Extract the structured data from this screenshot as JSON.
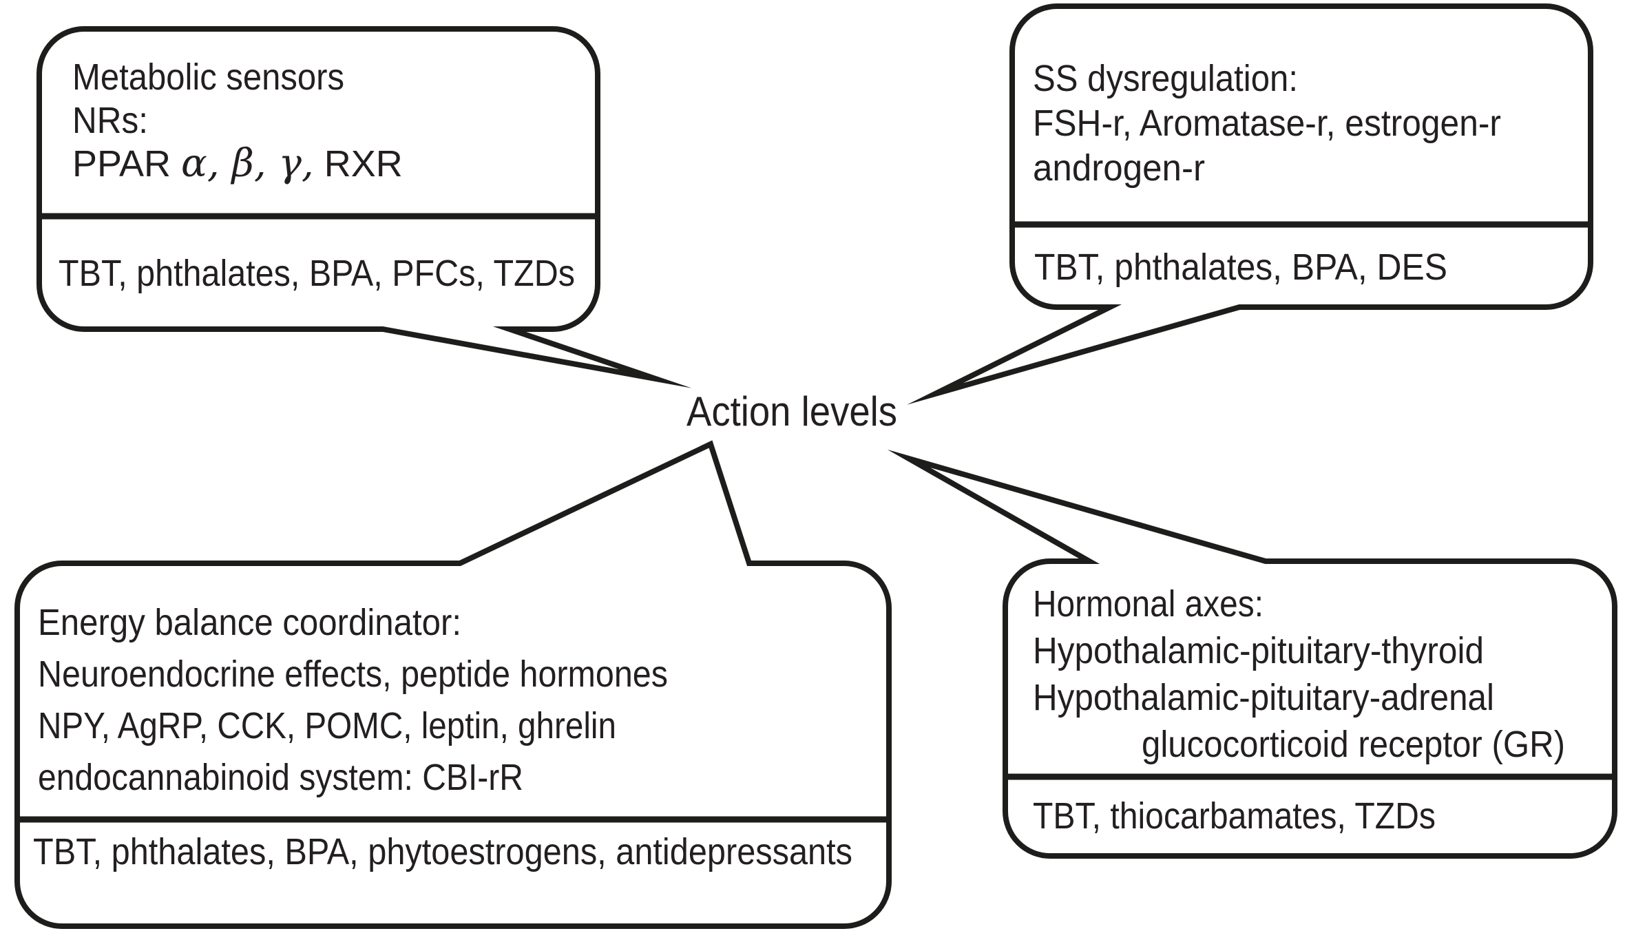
{
  "figure": {
    "center_label": "Action levels",
    "colors": {
      "line": "#1d1d1b",
      "text": "#231f20",
      "background": "#ffffff"
    },
    "boxes": {
      "metabolic_sensors": {
        "position": "top-left",
        "lines": [
          "Metabolic sensors",
          "NRs:"
        ],
        "ppar_line": {
          "prefix": "PPAR ",
          "greek": "α, β, γ,",
          "suffix": " RXR"
        },
        "disruptors": "TBT, phthalates, BPA, PFCs, TZDs"
      },
      "ss_dysregulation": {
        "position": "top-right",
        "lines": [
          "SS dysregulation:",
          "FSH-r, Aromatase-r, estrogen-r",
          "androgen-r"
        ],
        "disruptors": "TBT, phthalates, BPA, DES"
      },
      "energy_balance": {
        "position": "bottom-left",
        "lines": [
          "Energy balance coordinator:",
          "Neuroendocrine effects, peptide hormones",
          "NPY, AgRP, CCK, POMC, leptin, ghrelin",
          "endocannabinoid system: CBI-rR"
        ],
        "disruptors": "TBT, phthalates, BPA, phytoestrogens, antidepressants"
      },
      "hormonal_axes": {
        "position": "bottom-right",
        "lines": [
          "Hormonal axes:",
          "Hypothalamic-pituitary-thyroid",
          "Hypothalamic-pituitary-adrenal",
          "glucocorticoid receptor (GR)"
        ],
        "disruptors": "TBT, thiocarbamates, TZDs"
      }
    }
  }
}
